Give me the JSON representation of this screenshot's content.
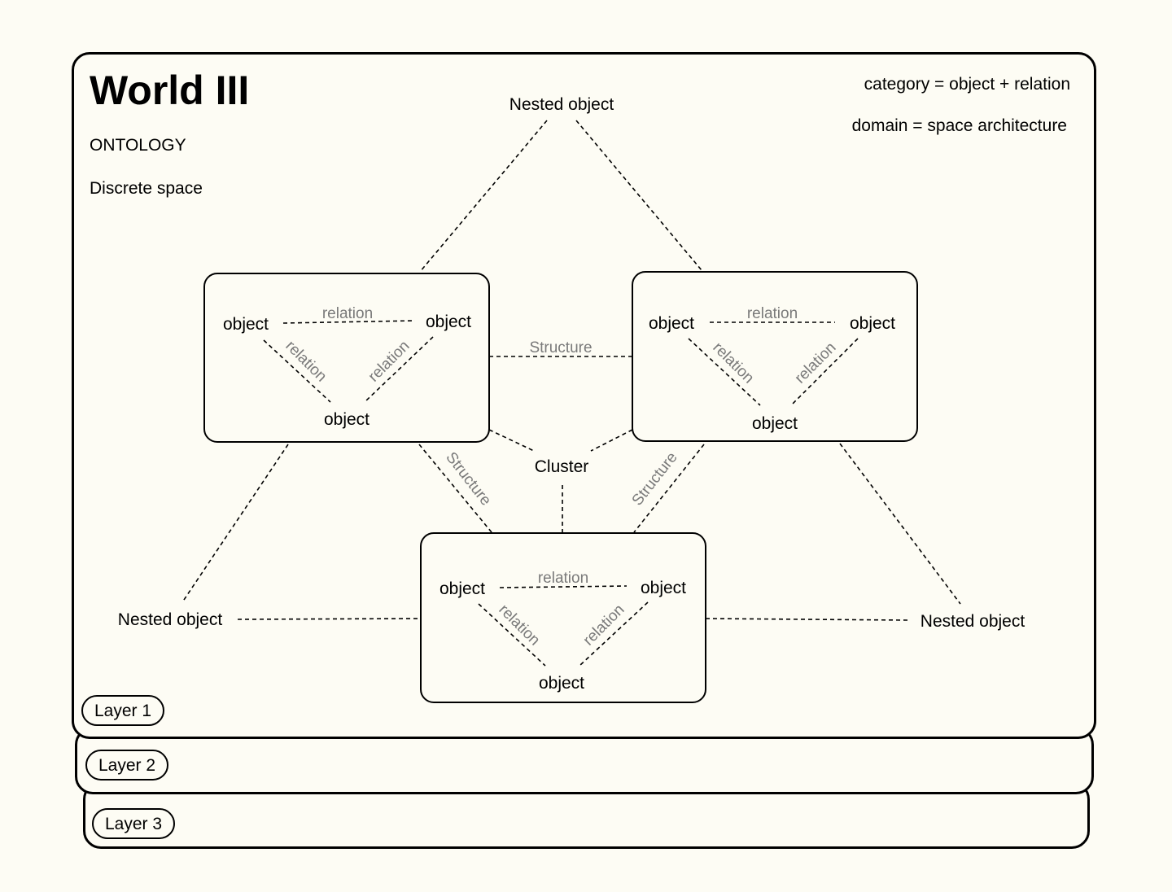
{
  "header": {
    "title": "World III",
    "subtitle": "ONTOLOGY",
    "space_label": "Discrete space"
  },
  "definitions": {
    "category": "category = object + relation",
    "domain": "domain =  space architecture"
  },
  "nested": {
    "top": "Nested object",
    "left": "Nested object",
    "right": "Nested object"
  },
  "cluster": "Cluster",
  "structure_label": "Structure",
  "groups": {
    "left": {
      "obj_a": "object",
      "obj_b": "object",
      "obj_c": "object",
      "rel_top": "relation",
      "rel_left": "relation",
      "rel_right": "relation"
    },
    "right": {
      "obj_a": "object",
      "obj_b": "object",
      "obj_c": "object",
      "rel_top": "relation",
      "rel_left": "relation",
      "rel_right": "relation"
    },
    "bottom": {
      "obj_a": "object",
      "obj_b": "object",
      "obj_c": "object",
      "rel_top": "relation",
      "rel_left": "relation",
      "rel_right": "relation"
    }
  },
  "layers": [
    "Layer 1",
    "Layer 2",
    "Layer 3"
  ],
  "colors": {
    "background": "#fdfcf4",
    "ink": "#000000",
    "relation_text": "#7a7a7a"
  }
}
